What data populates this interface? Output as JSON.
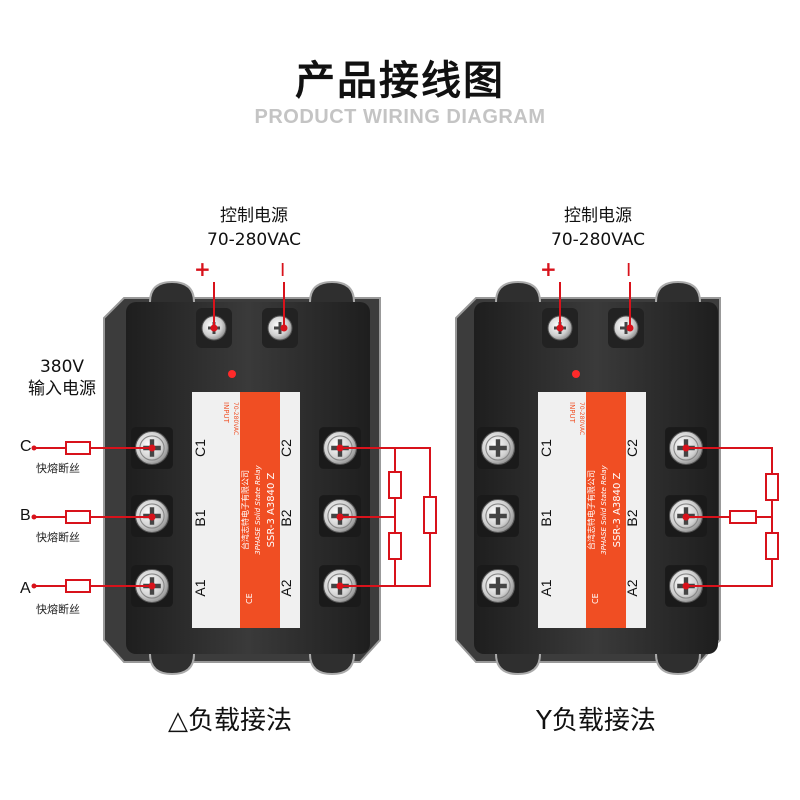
{
  "title": "产品接线图",
  "subtitle": "PRODUCT WIRING DIAGRAM",
  "control_power": {
    "label": "控制电源",
    "voltage": "70-280VAC",
    "plus": "+",
    "minus": "I"
  },
  "input_power": {
    "voltage": "380V",
    "label": "输入电源"
  },
  "fuse_label": "快熔断丝",
  "phases": [
    "C",
    "B",
    "A"
  ],
  "relay": {
    "brand": "台湾志特电子有限公司",
    "type_text": "3PHASE Solid State Relay",
    "model": "SSR-3 A3840 Z",
    "input_label": "INPUT",
    "input_range": "70-280VAC",
    "terminals_left": [
      "C1",
      "B1",
      "A1"
    ],
    "terminals_right": [
      "C2",
      "B2",
      "A2"
    ],
    "ce_mark": "CE"
  },
  "captions": {
    "delta": "△负载接法",
    "wye": "Y负载接法"
  },
  "colors": {
    "wire": "#d8121b",
    "body": "#2b2b2b",
    "label_panel": "#f04e23"
  }
}
